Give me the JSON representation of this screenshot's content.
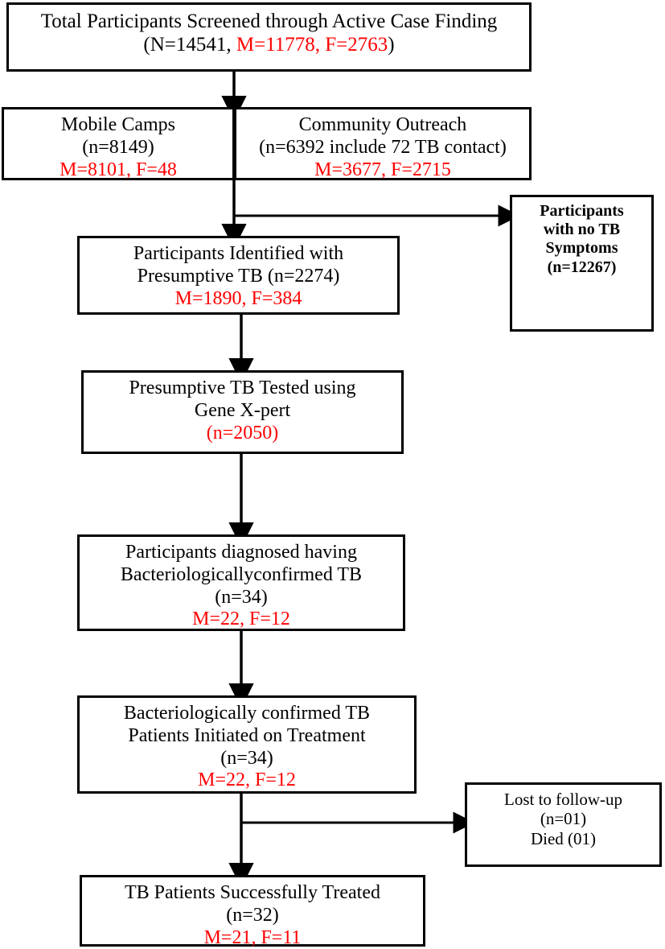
{
  "diagram": {
    "title": "Active Case Finding TB Cascade Flowchart",
    "colors": {
      "text": "#000000",
      "highlight": "#ff0000",
      "border": "#000000",
      "background": "#ffffff"
    },
    "nodes": [
      {
        "id": "total_screened",
        "name": "total-participants-screened-box",
        "lines": [
          {
            "text": "Total Participants Screened through Active Case Finding",
            "color": "black"
          }
        ],
        "mixed_line": {
          "black_prefix": "(N=14541, ",
          "red_part": "M=11778, F=2763",
          "black_suffix": ")"
        }
      },
      {
        "id": "mobile_camps",
        "name": "mobile-camps-box",
        "line1": "Mobile Camps",
        "line2": "(n=8149)",
        "line3_red": "M=8101, F=48"
      },
      {
        "id": "community_outreach",
        "name": "community-outreach-box",
        "line1": "Community Outreach",
        "line2": "(n=6392 include 72 TB contact)",
        "line3_red": "M=3677, F=2715"
      },
      {
        "id": "no_tb_symptoms",
        "name": "participants-no-tb-symptoms-box",
        "line1": "Participants",
        "line2": "with no TB",
        "line3": "Symptoms",
        "line4": "(n=12267)"
      },
      {
        "id": "presumptive_tb",
        "name": "presumptive-tb-identified-box",
        "line1": "Participants Identified with",
        "line2": "Presumptive TB (n=2274)",
        "line3_red": "M=1890, F=384"
      },
      {
        "id": "gene_xpert",
        "name": "gene-xpert-tested-box",
        "line1": "Presumptive TB Tested using",
        "line2": "Gene X-pert",
        "line3_red": "(n=2050)"
      },
      {
        "id": "diagnosed",
        "name": "bacteriologically-confirmed-diagnosed-box",
        "line1": "Participants diagnosed having",
        "line2": "Bacteriologicallyconfirmed TB",
        "line3": "(n=34)",
        "line4_red": "M=22, F=12"
      },
      {
        "id": "treatment_initiated",
        "name": "treatment-initiated-box",
        "line1": "Bacteriologically confirmed TB",
        "line2": "Patients Initiated on Treatment",
        "line3": "(n=34)",
        "line4_red": "M=22, F=12"
      },
      {
        "id": "lost_followup",
        "name": "lost-to-follow-up-box",
        "line1": "Lost to follow-up",
        "line2": "(n=01)",
        "line3": "Died (01)"
      },
      {
        "id": "successfully_treated",
        "name": "successfully-treated-box",
        "line1": "TB Patients Successfully Treated",
        "line2": "(n=32)",
        "line3_red": "M=21, F=11"
      }
    ]
  }
}
